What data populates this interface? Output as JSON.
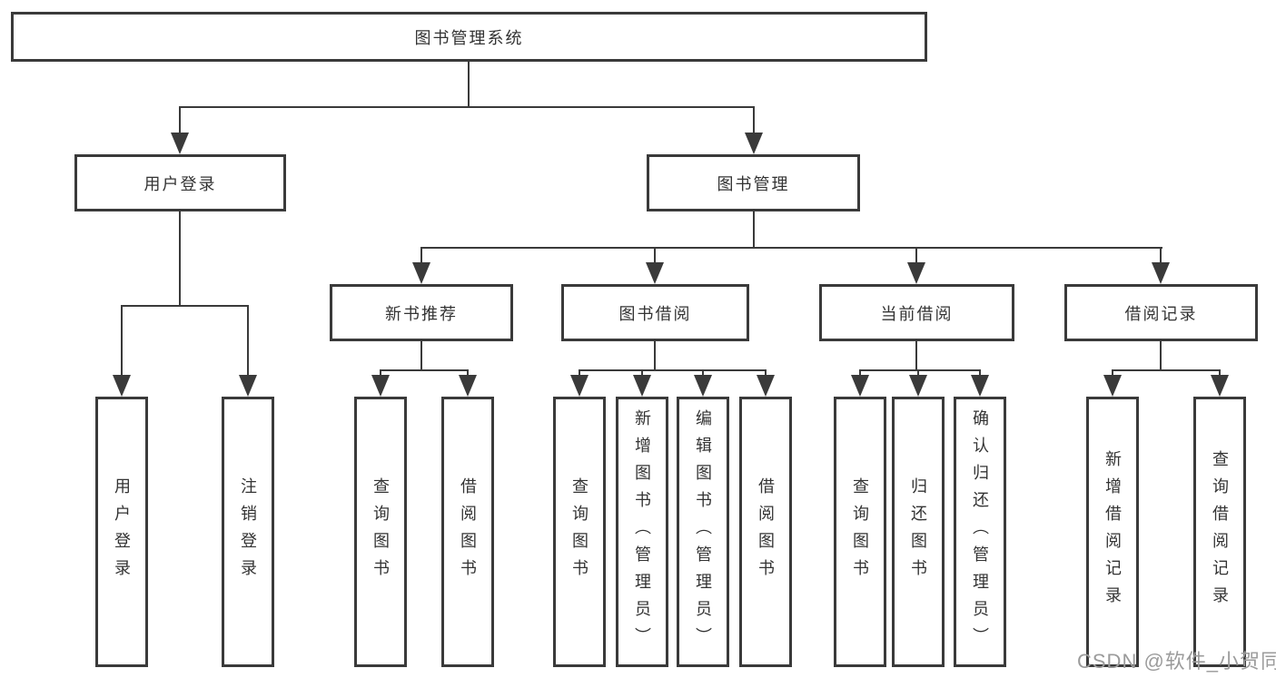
{
  "diagram": {
    "type": "hierarchy-tree",
    "root": {
      "label": "图书管理系统"
    },
    "level2": {
      "user_login_group": {
        "label": "用户登录"
      },
      "book_management": {
        "label": "图书管理"
      }
    },
    "level3": {
      "new_book_recommend": {
        "label": "新书推荐"
      },
      "book_borrowing": {
        "label": "图书借阅"
      },
      "current_borrowing": {
        "label": "当前借阅"
      },
      "borrowing_records": {
        "label": "借阅记录"
      }
    },
    "leaves": {
      "user_login": {
        "label": "用户登录"
      },
      "logout": {
        "label": "注销登录"
      },
      "recommend_query_books": {
        "label": "查询图书"
      },
      "recommend_borrow_books": {
        "label": "借阅图书"
      },
      "borrowing_query_books": {
        "label": "查询图书"
      },
      "borrowing_add_books": {
        "label": "新增图书（管理员）"
      },
      "borrowing_edit_books": {
        "label": "编辑图书（管理员）"
      },
      "borrowing_borrow_books": {
        "label": "借阅图书"
      },
      "current_query_books": {
        "label": "查询图书"
      },
      "current_return_books": {
        "label": "归还图书"
      },
      "current_confirm_return": {
        "label": "确认归还（管理员）"
      },
      "records_add_record": {
        "label": "新增借阅记录"
      },
      "records_query_record": {
        "label": "查询借阅记录"
      }
    },
    "watermark": "CSDN @软件_小贺同学",
    "colors": {
      "line": "#3a3a3a",
      "box_border": "#3a3a3a",
      "text": "#333333",
      "watermark": "#9b9b9b",
      "background": "#ffffff"
    }
  }
}
